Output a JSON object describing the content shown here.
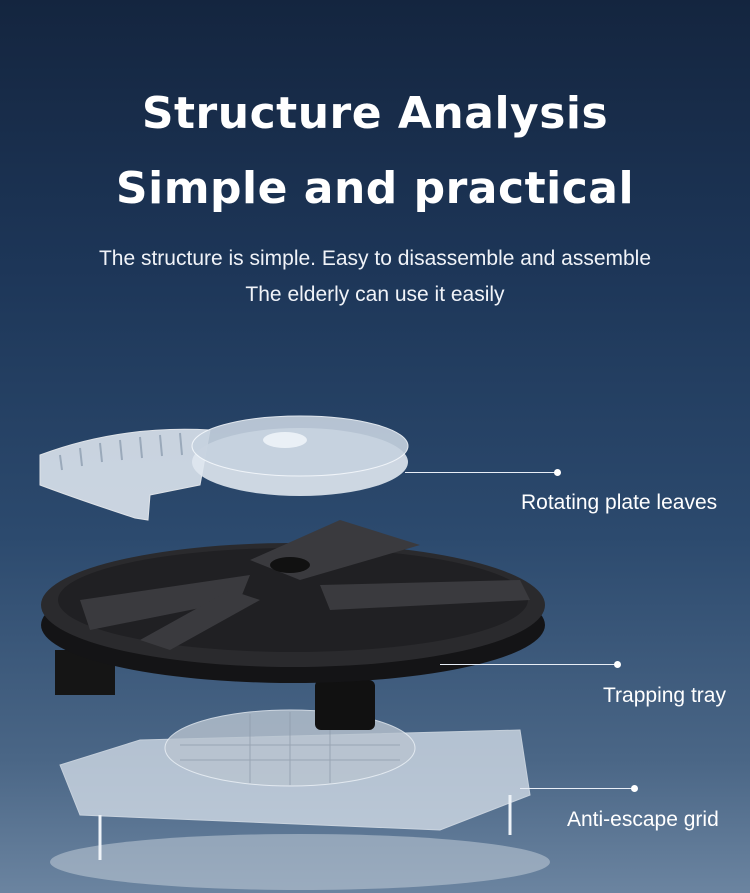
{
  "heading": {
    "line1": "Structure Analysis",
    "line2": "Simple and practical"
  },
  "subtitle": {
    "line1": "The structure is simple. Easy to disassemble and assemble",
    "line2": "The elderly can use it easily"
  },
  "parts": [
    {
      "label": "Rotating plate leaves"
    },
    {
      "label": "Trapping tray"
    },
    {
      "label": "Anti-escape grid"
    }
  ],
  "colors": {
    "background_top": "#14253f",
    "background_bottom": "#6b84a0",
    "tray": "#1c1c1e"
  }
}
